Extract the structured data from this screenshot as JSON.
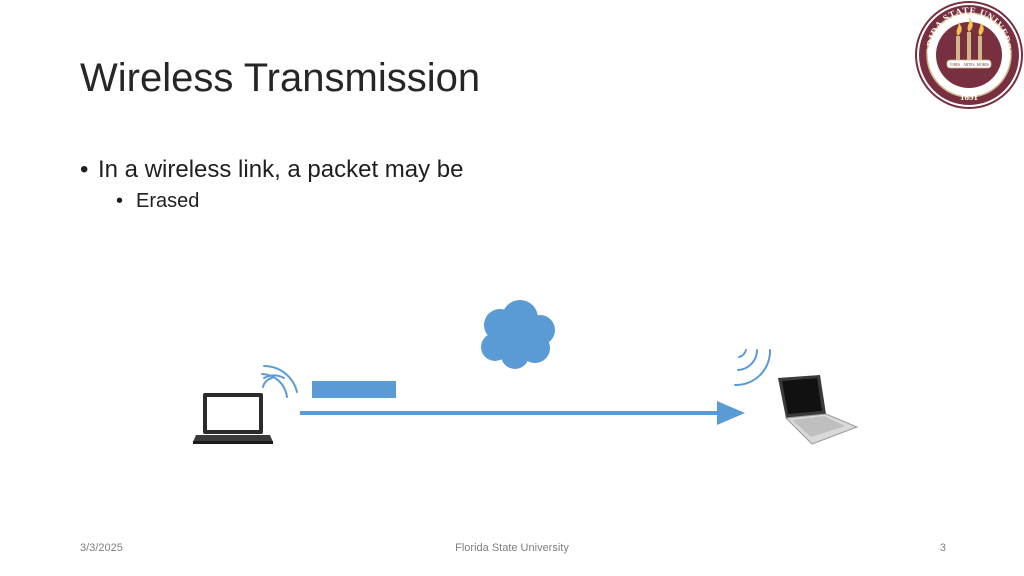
{
  "slide": {
    "title": "Wireless Transmission",
    "bullets": [
      {
        "text": "In a wireless link, a packet may be",
        "level": 1
      },
      {
        "text": "Erased",
        "level": 2
      }
    ]
  },
  "seal": {
    "top_text": "FLORIDA STATE UNIVERSITY",
    "year": "1851",
    "banner_words": [
      "VIRES",
      "ARTES",
      "MORES"
    ],
    "colors": {
      "garnet": "#782f40",
      "gold": "#ceb888"
    }
  },
  "diagram": {
    "packet_color": "#5b9bd5",
    "arrow_color": "#5b9bd5",
    "cloud_color": "#5b9bd5",
    "signal_color": "#5b9bd5",
    "sender_icon": "laptop-icon",
    "receiver_icon": "laptop-icon"
  },
  "footer": {
    "date": "3/3/2025",
    "center": "Florida State University",
    "page": "3"
  }
}
